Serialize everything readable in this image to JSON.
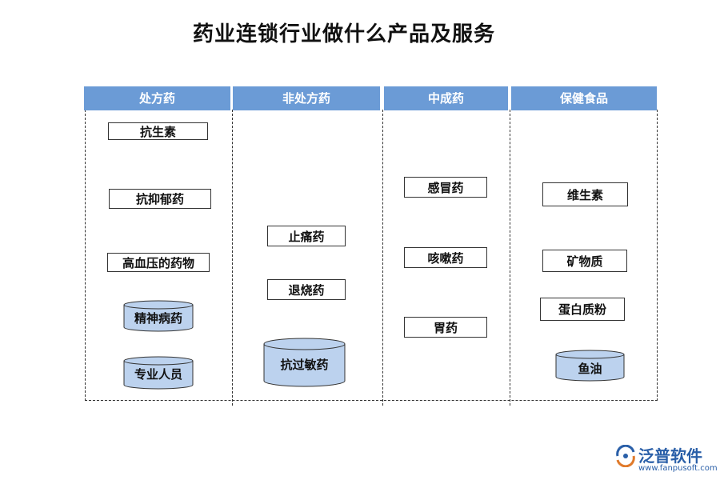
{
  "title": "药业连锁行业做什么产品及服务",
  "colors": {
    "header": "#6b9bd6",
    "cylinder": "#bcd2ee",
    "brand": "#2a5fa8"
  },
  "columns": [
    {
      "label": "处方药",
      "items": [
        {
          "label": "抗生素",
          "shape": "box"
        },
        {
          "label": "抗抑郁药",
          "shape": "box"
        },
        {
          "label": "高血压的药物",
          "shape": "box"
        },
        {
          "label": "精神病药",
          "shape": "cylinder"
        },
        {
          "label": "专业人员",
          "shape": "cylinder"
        }
      ]
    },
    {
      "label": "非处方药",
      "items": [
        {
          "label": "止痛药",
          "shape": "box"
        },
        {
          "label": "退烧药",
          "shape": "box"
        },
        {
          "label": "抗过敏药",
          "shape": "cylinder"
        }
      ]
    },
    {
      "label": "中成药",
      "items": [
        {
          "label": "感冒药",
          "shape": "box"
        },
        {
          "label": "咳嗽药",
          "shape": "box"
        },
        {
          "label": "胃药",
          "shape": "box"
        }
      ]
    },
    {
      "label": "保健食品",
      "items": [
        {
          "label": "维生素",
          "shape": "box"
        },
        {
          "label": "矿物质",
          "shape": "box"
        },
        {
          "label": "蛋白质粉",
          "shape": "box"
        },
        {
          "label": "鱼油",
          "shape": "cylinder"
        }
      ]
    }
  ],
  "logo": {
    "name": "泛普软件",
    "url": "www.fanpusoft.com",
    "icon": "fanpu-logo-icon"
  }
}
